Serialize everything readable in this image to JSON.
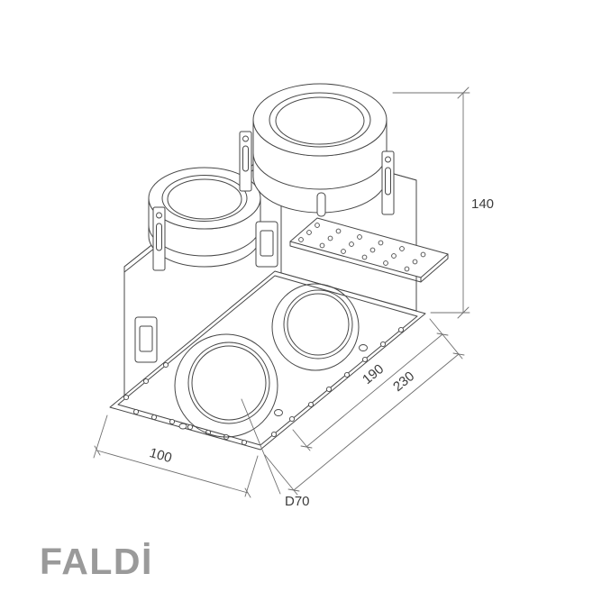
{
  "drawing": {
    "dimensions": {
      "height": "140",
      "length_partial": "190",
      "length_total": "230",
      "width": "100",
      "cutout_diameter": "D70"
    },
    "logo": {
      "text": "FALDİ",
      "color": "#9a9a9a"
    },
    "style": {
      "line_color": "#474747",
      "dimension_color": "#707070",
      "background": "#ffffff"
    }
  }
}
